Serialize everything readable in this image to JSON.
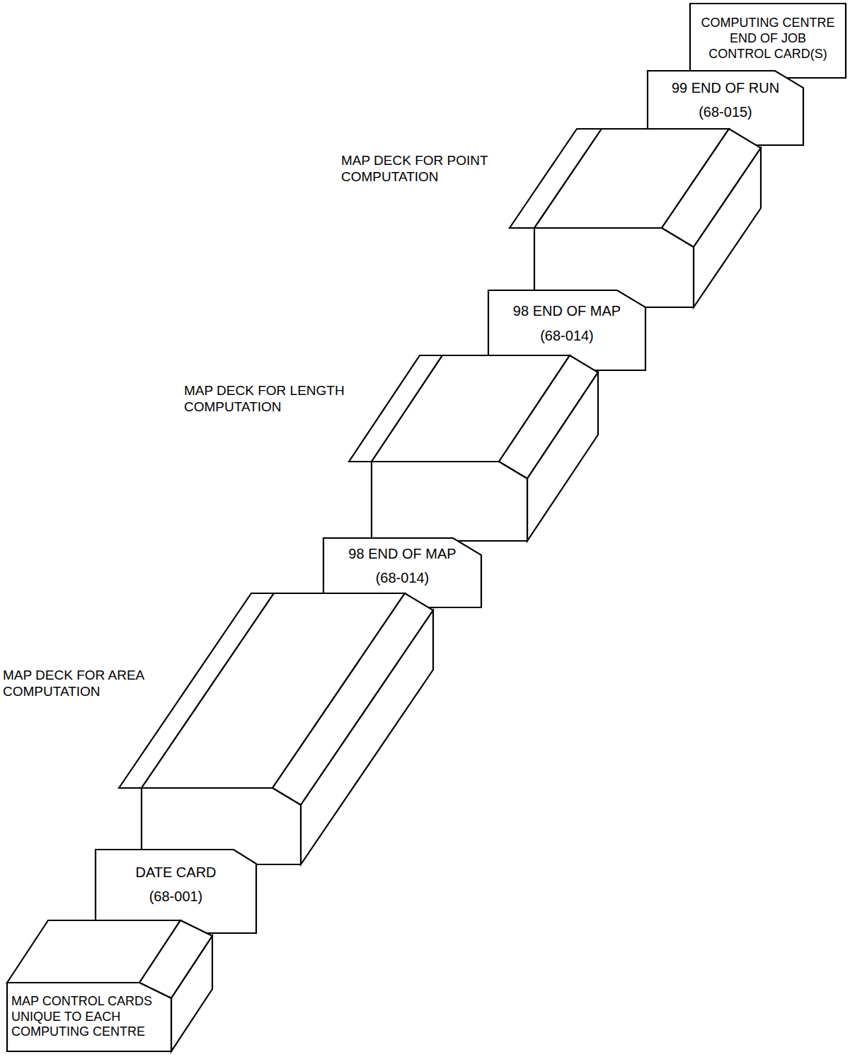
{
  "diagram": {
    "nodes": [
      {
        "text": [
          "MAP CONTROL CARDS UNIQUE TO EACH COMPUTING CENTRE"
        ]
      },
      {
        "text": [
          "DATE CARD",
          "(68-001)"
        ]
      },
      {
        "text": [
          "MAP DECK FOR AREA COMPUTATION"
        ]
      },
      {
        "text": [
          "98 END OF MAP",
          "(68-014)"
        ]
      },
      {
        "text": [
          "MAP DECK FOR LENGTH COMPUTATION"
        ]
      },
      {
        "text": [
          "98 END OF MAP",
          "(68-014)"
        ]
      },
      {
        "text": [
          "MAP DECK FOR POINT COMPUTATION"
        ]
      },
      {
        "text": [
          "99 END OF RUN",
          "(68-015)"
        ]
      },
      {
        "text": [
          "COMPUTING CENTRE END OF JOB CONTROL CARD(S)"
        ]
      }
    ]
  }
}
